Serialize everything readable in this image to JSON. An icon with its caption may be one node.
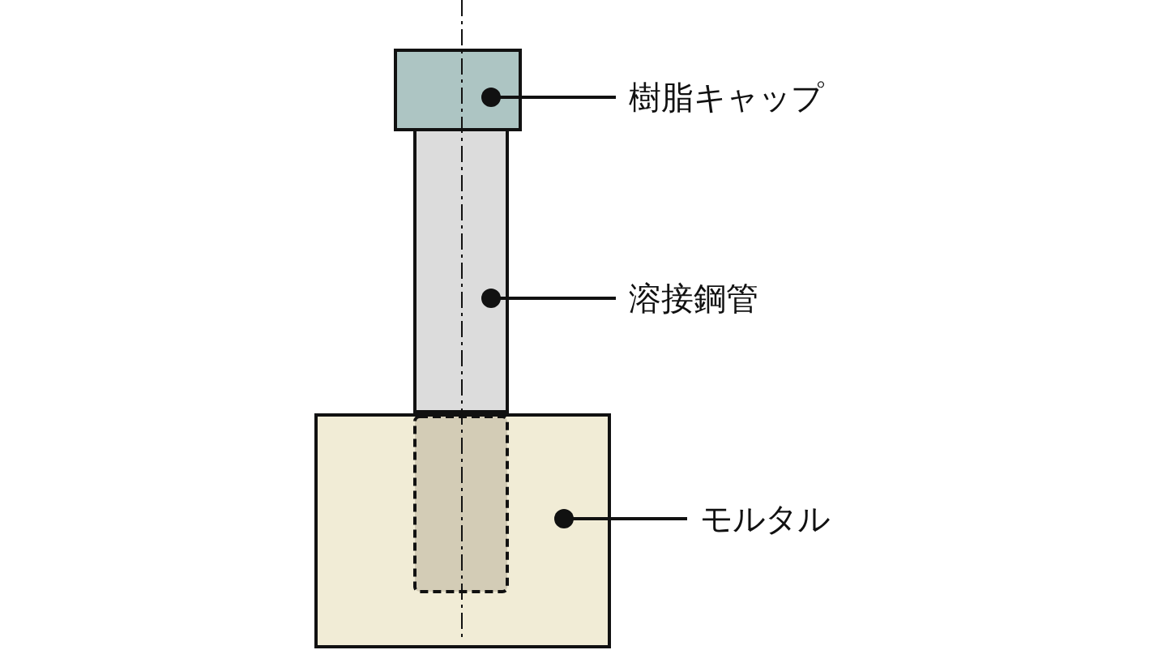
{
  "diagram": {
    "nodes": [
      {
        "text": [
          "樹脂キャップ"
        ]
      },
      {
        "text": [],
        "shape": "box"
      },
      {
        "text": [
          "溶接鋼管"
        ]
      },
      {
        "text": [],
        "shape": "box"
      },
      {
        "text": [
          "モルタル"
        ]
      },
      {
        "text": [],
        "shape": "box"
      }
    ],
    "edges": [
      {
        "from": 0,
        "to": 1,
        "arrow": "other"
      },
      {
        "from": 2,
        "to": 3,
        "arrow": "other"
      },
      {
        "from": 4,
        "to": 5,
        "arrow": "other"
      }
    ]
  }
}
